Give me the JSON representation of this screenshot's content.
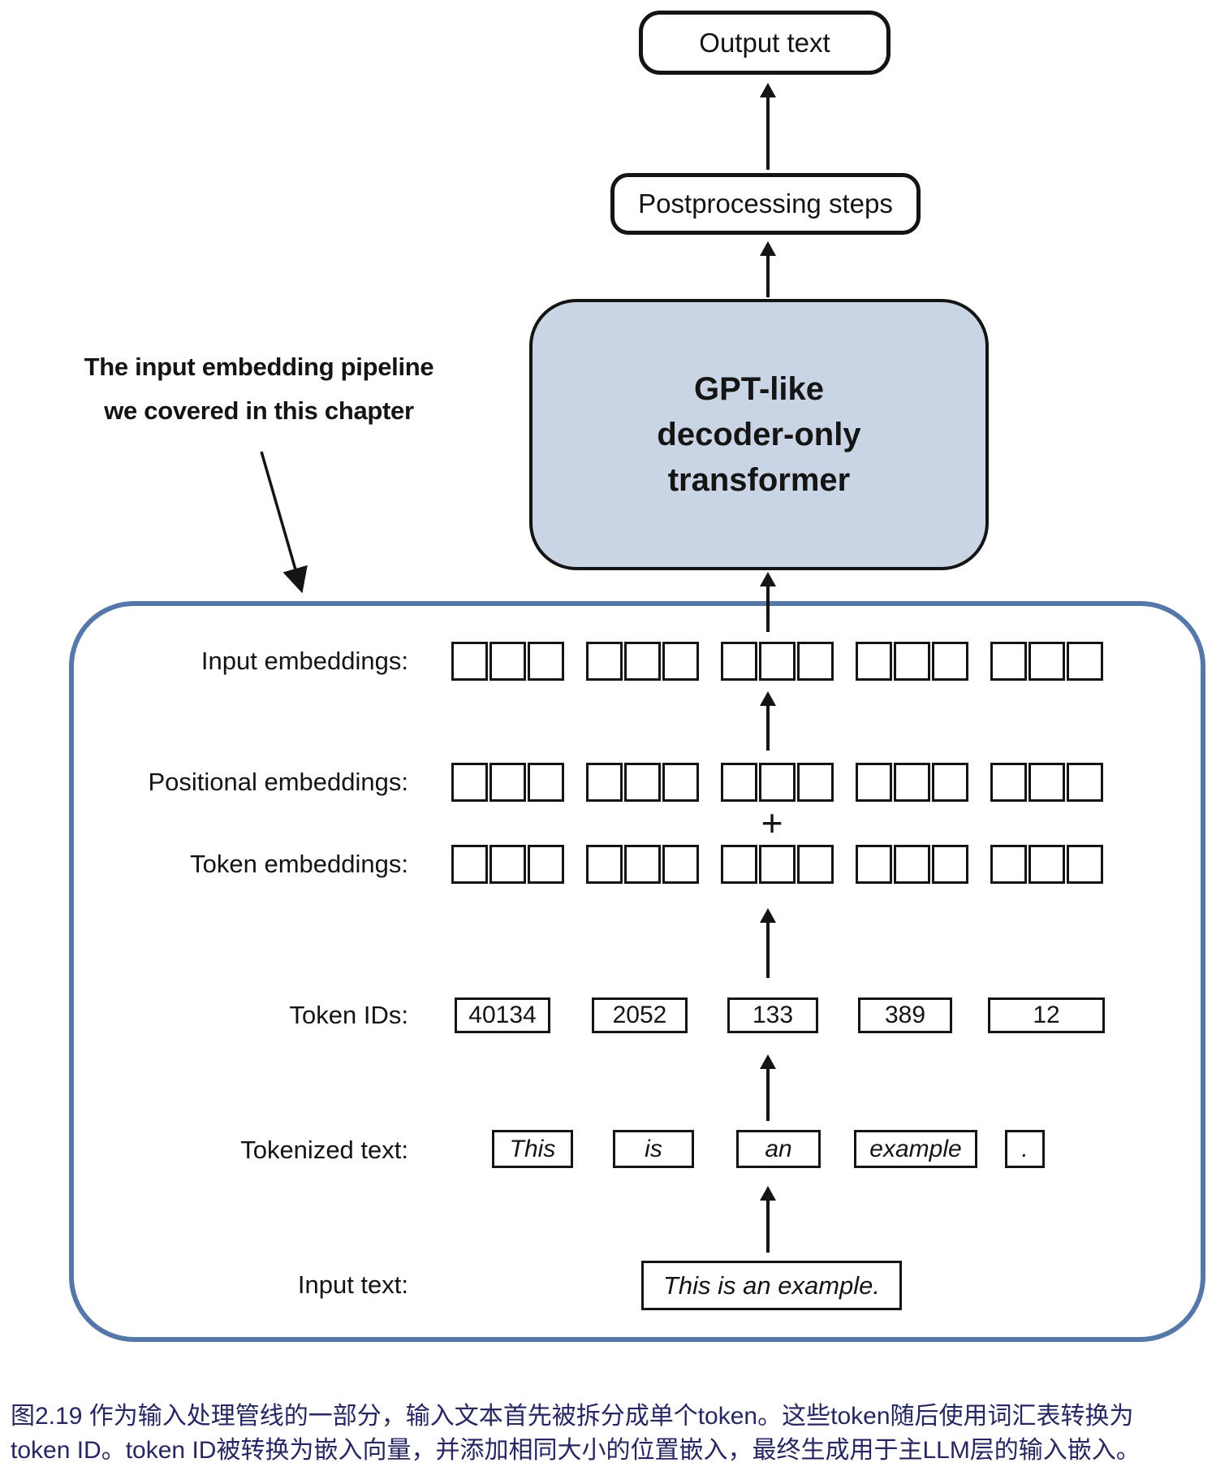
{
  "flow": {
    "output_text": "Output text",
    "postprocessing": "Postprocessing steps",
    "gpt_line1": "GPT-like",
    "gpt_line2": "decoder-only",
    "gpt_line3": "transformer"
  },
  "annotation": {
    "line1": "The input embedding pipeline",
    "line2": "we covered in this chapter"
  },
  "pipeline": {
    "labels": {
      "input_embeddings": "Input embeddings:",
      "positional_embeddings": "Positional embeddings:",
      "token_embeddings": "Token embeddings:",
      "token_ids": "Token IDs:",
      "tokenized_text": "Tokenized text:",
      "input_text": "Input text:"
    },
    "plus_sign": "+",
    "embedding_grid": {
      "groups": 5,
      "cells_per_group": 3
    },
    "token_ids": [
      "40134",
      "2052",
      "133",
      "389",
      "12"
    ],
    "tokens": [
      "This",
      "is",
      "an",
      "example",
      "."
    ],
    "input_text_value": "This is an example."
  },
  "caption": {
    "figure_line1": "图2.19 作为输入处理管线的一部分，输入文本首先被拆分成单个token。这些token随后使用词汇表转换为",
    "figure_line2": "token ID。token ID被转换为嵌入向量，并添加相同大小的位置嵌入，最终生成用于主LLM层的输入嵌入。"
  },
  "colors": {
    "gpt_box_fill": "#c9d4e4",
    "container_border": "#5678a8",
    "line": "#141414",
    "caption_color": "#262661"
  }
}
